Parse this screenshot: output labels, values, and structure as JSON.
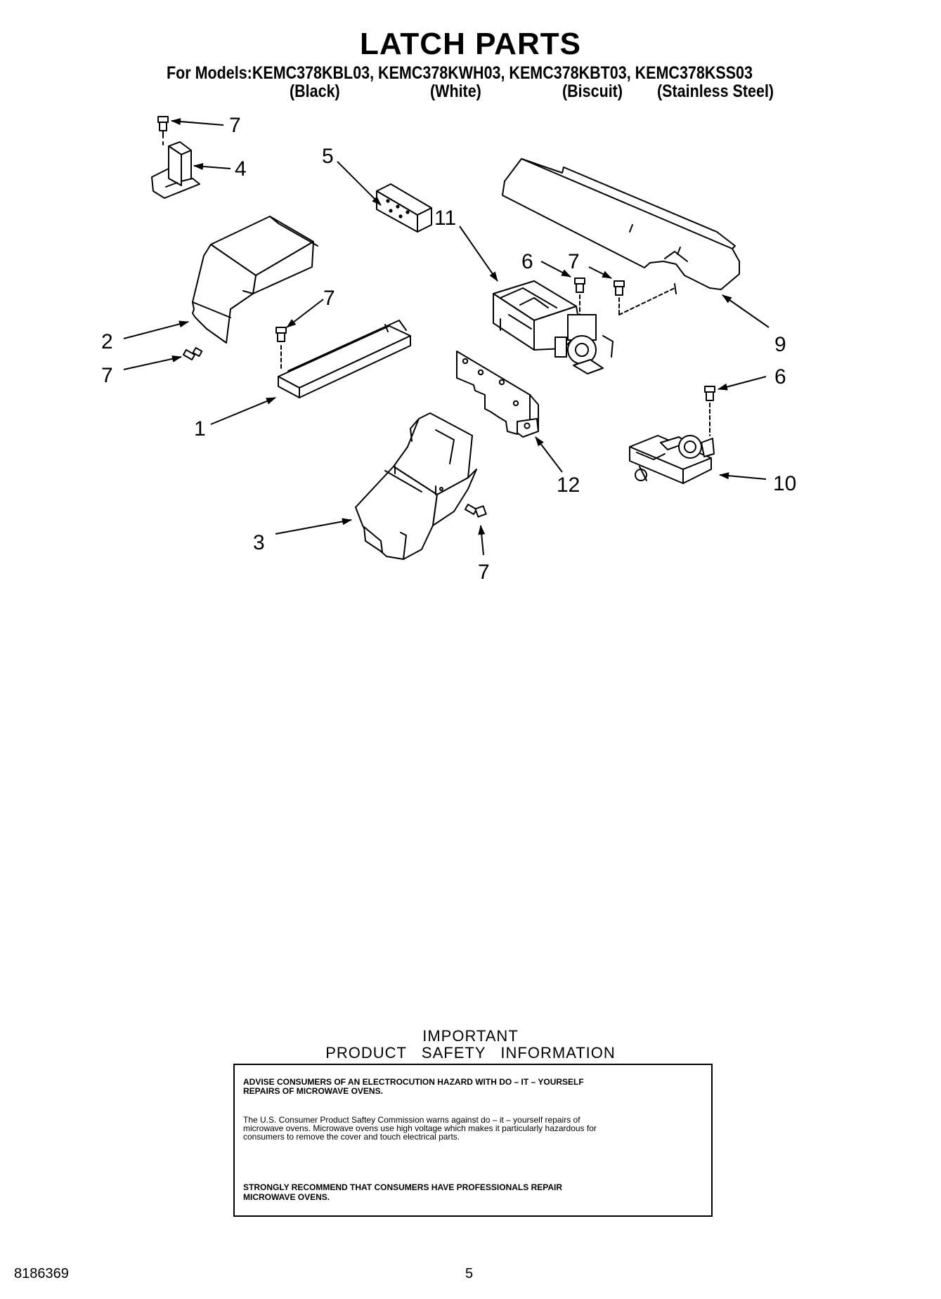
{
  "header": {
    "title": "LATCH PARTS",
    "models_line": "For Models:KEMC378KBL03, KEMC378KWH03, KEMC378KBT03, KEMC378KSS03",
    "variants": [
      "(Black)",
      "(White)",
      "(Biscuit)",
      "(Stainless Steel)"
    ]
  },
  "callouts": [
    "7",
    "4",
    "5",
    "11",
    "6",
    "7",
    "7",
    "2",
    "7",
    "9",
    "6",
    "1",
    "12",
    "10",
    "3",
    "7"
  ],
  "safety": {
    "heading_line1": "IMPORTANT",
    "heading_line2": "PRODUCT   SAFETY   INFORMATION",
    "p1_line1": "ADVISE CONSUMERS OF AN ELECTROCUTION HAZARD WITH DO – IT – YOURSELF",
    "p1_line2": "REPAIRS OF MICROWAVE OVENS.",
    "p2_line1": "The U.S. Consumer Product Saftey Commission warns against do – it – yourself repairs of",
    "p2_line2": "microwave ovens. Microwave ovens use high voltage which makes it particularly hazardous for",
    "p2_line3": "consumers to remove the cover and touch electrical parts.",
    "p3_line1": "STRONGLY RECOMMEND THAT CONSUMERS HAVE PROFESSIONALS REPAIR",
    "p3_line2": "MICROWAVE OVENS."
  },
  "footer": {
    "part_number": "8186369",
    "page_number": "5"
  }
}
